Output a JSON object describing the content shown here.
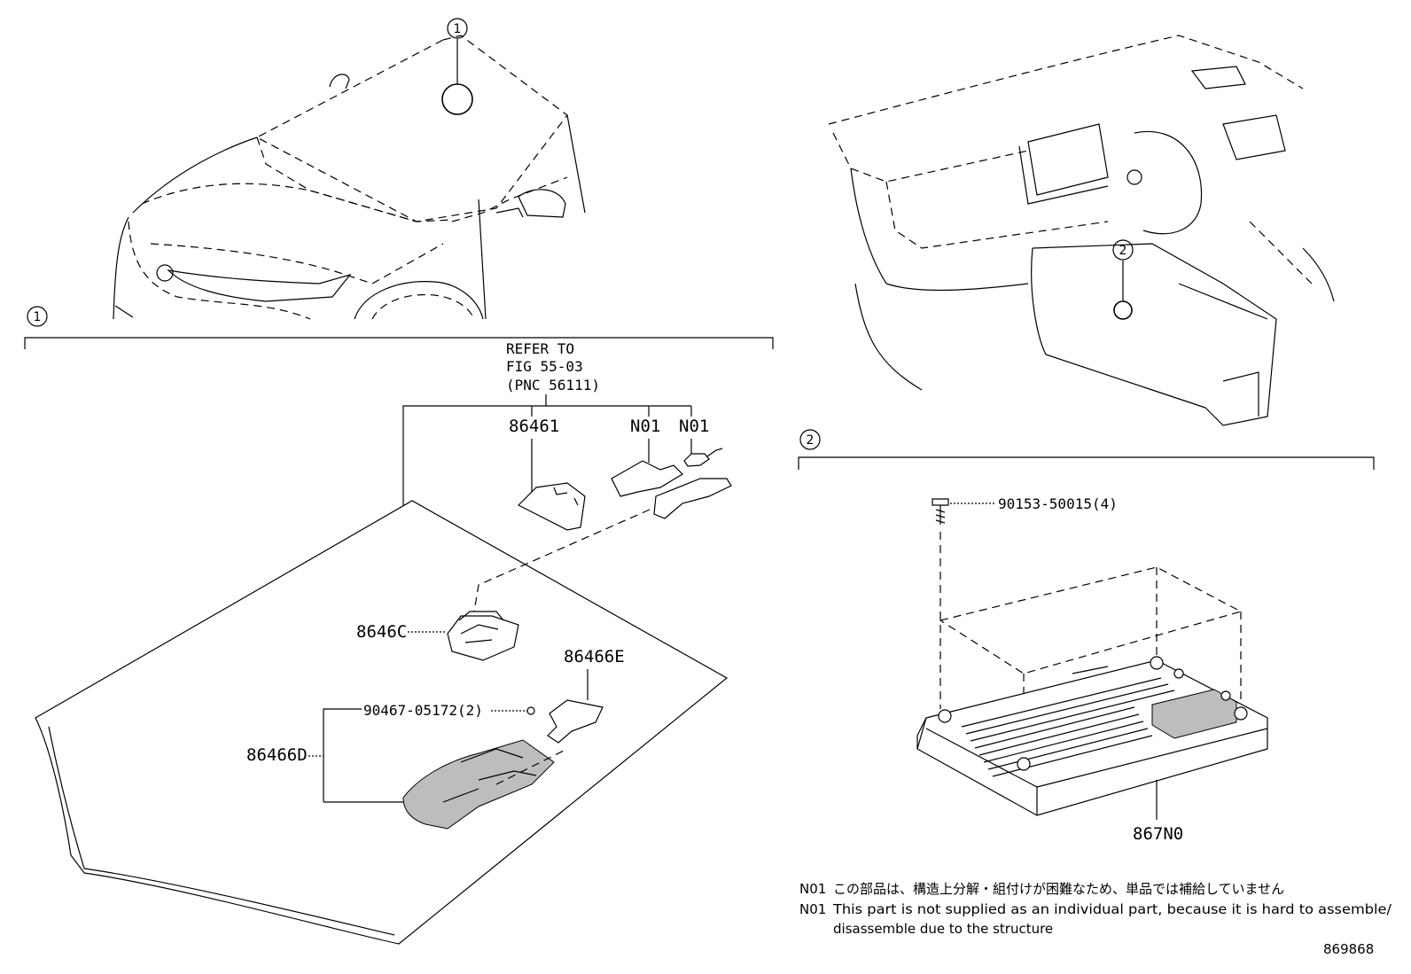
{
  "callouts": {
    "c1_top": "1",
    "c2_top": "2",
    "c1_section": "1",
    "c2_section": "2"
  },
  "section1": {
    "refer_line1": "REFER TO",
    "refer_line2": "FIG 55-03",
    "refer_line3": "(PNC 56111)",
    "labels": {
      "p86461": "86461",
      "n01_a": "N01",
      "n01_b": "N01",
      "p8646c": "8646C",
      "p86466e": "86466E",
      "p90467": "90467-05172(2)",
      "p86466d": "86466D"
    }
  },
  "section2": {
    "labels": {
      "p90153": "90153-50015(4)",
      "p867n0": "867N0"
    }
  },
  "notes": {
    "jp_code": "N01",
    "jp_text": "この部品は、構造上分解・組付けが困難なため、単品では補給していません",
    "en_code": "N01",
    "en_text_line1": "This part is not supplied as an individual part, because it is hard to assemble/",
    "en_text_line2": "disassemble due to the structure"
  },
  "figure_id": "869868"
}
